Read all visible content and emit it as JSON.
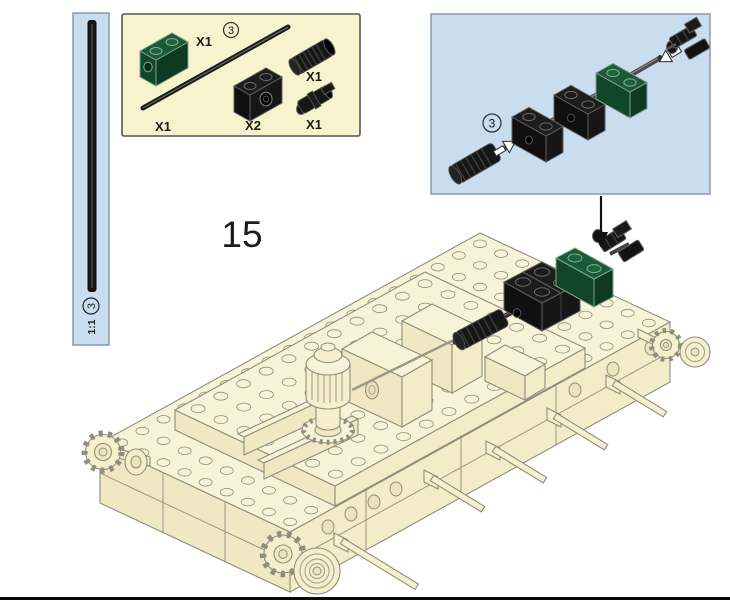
{
  "page": {
    "background": "#ffffff"
  },
  "step": {
    "number": "15"
  },
  "scale_strip": {
    "callout_number": "3",
    "scale_label": "1:1"
  },
  "parts_box": {
    "callout_number": "3",
    "parts": [
      {
        "name": "dark-green-technic-brick-1x2",
        "count_label": "X1"
      },
      {
        "name": "black-axle",
        "count_label": "X1"
      },
      {
        "name": "black-technic-brick-1x2",
        "count_label": "X2"
      },
      {
        "name": "black-axle-joiner",
        "count_label": "X1"
      },
      {
        "name": "black-half-pin-with-bush",
        "count_label": "X1"
      }
    ]
  },
  "subassembly_box": {
    "callout_number": "3"
  },
  "colors": {
    "cream_panel": "#f7f3cd",
    "blue_panel": "#c9ddee",
    "model_cream": "#f7f3d8",
    "dark_green": "#1a5a36",
    "black_part": "#161616",
    "outline": "#8e8e7c"
  }
}
